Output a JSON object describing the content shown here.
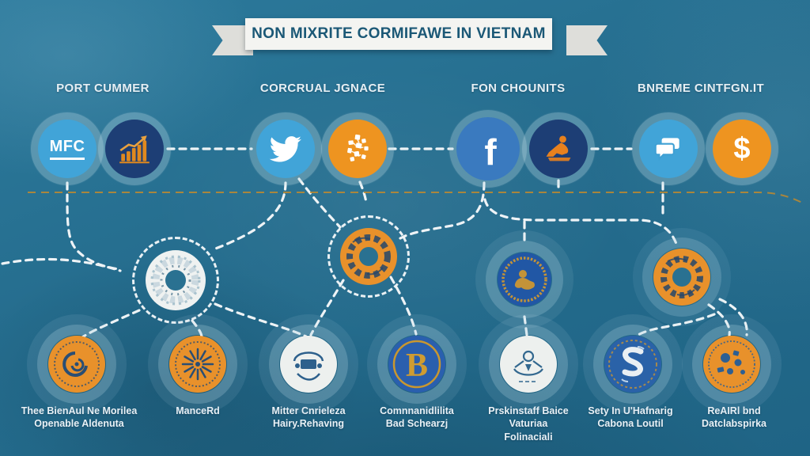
{
  "banner": {
    "title": "NON MIXRITE CORMIFAWE IN VIETNAM"
  },
  "columns": [
    {
      "label": "PORT CUMMER"
    },
    {
      "label": "CORCRUAL JGNACE"
    },
    {
      "label": "FON CHOUNITS"
    },
    {
      "label": "BNREME CINTFGN.IT"
    }
  ],
  "top_icons": [
    {
      "name": "mfc-badge",
      "text": "MFC"
    },
    {
      "name": "growth-chart"
    },
    {
      "name": "twitter-bird"
    },
    {
      "name": "puzzle-map"
    },
    {
      "name": "facebook",
      "text": "f"
    },
    {
      "name": "working-figure"
    },
    {
      "name": "chat-bubbles"
    },
    {
      "name": "dollar-coin",
      "text": "$"
    }
  ],
  "middle_emblems": [
    {
      "name": "white-rope-ring"
    },
    {
      "name": "orange-wreath-ring"
    },
    {
      "name": "blue-gold-seal"
    },
    {
      "name": "orange-wreath-ring-2"
    }
  ],
  "bottom_items": [
    {
      "emblem": "orange-swirl-seal",
      "label_lines": [
        "Thee BienAul Ne Morilea",
        "Openable Aldenuta"
      ]
    },
    {
      "emblem": "orange-burst-seal",
      "label_lines": [
        "ManceRd"
      ]
    },
    {
      "emblem": "white-relief-seal",
      "label_lines": [
        "Mitter Cnrieleza",
        "Hairy.Rehaving"
      ]
    },
    {
      "emblem": "blue-gold-b-seal",
      "letter": "B",
      "label_lines": [
        "Comnnanidlilita",
        "Bad Schearzj"
      ]
    },
    {
      "emblem": "white-blue-crest-seal",
      "label_lines": [
        "Prskinstaff Baice",
        "Vaturiaa",
        "Folinaciali"
      ]
    },
    {
      "emblem": "blue-wave-seal",
      "label_lines": [
        "Sety In U'Hafnarig",
        "Cabona Loutil"
      ]
    },
    {
      "emblem": "orange-blue-map-seal",
      "label_lines": [
        "ReAIRl bnd",
        "Datclabspirka"
      ]
    }
  ],
  "colors": {
    "background": "#256d8e",
    "accent_blue": "#41a4d8",
    "facebook_blue": "#3a7abf",
    "accent_orange": "#ee9420",
    "navy": "#1d3e75",
    "gold_line": "#c08a2e",
    "banner_bg": "#f4f4f1",
    "banner_text": "#1b5876",
    "label_text": "#e9f1f6"
  }
}
